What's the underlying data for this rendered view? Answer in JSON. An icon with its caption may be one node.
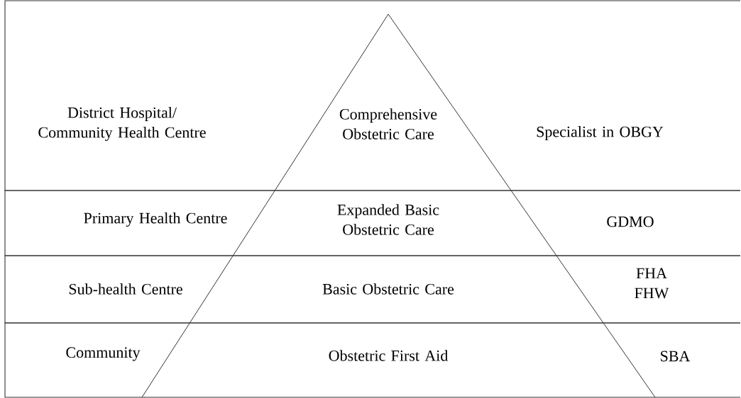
{
  "diagram": {
    "nodes": [
      {
        "text": [
          "District Hospital/ Community Health Centre",
          "Comprehensive Obstetric Care",
          "Specialist in OBGY"
        ]
      },
      {
        "text": [
          "Primary Health Centre",
          "Expanded Basic Obstetric Care",
          "GDMO"
        ]
      },
      {
        "text": [
          "Sub-health Centre",
          "Basic Obstetric Care",
          "FHA FHW"
        ]
      },
      {
        "text": [
          "Community",
          "Obstetric First Aid",
          "SBA"
        ]
      }
    ]
  }
}
